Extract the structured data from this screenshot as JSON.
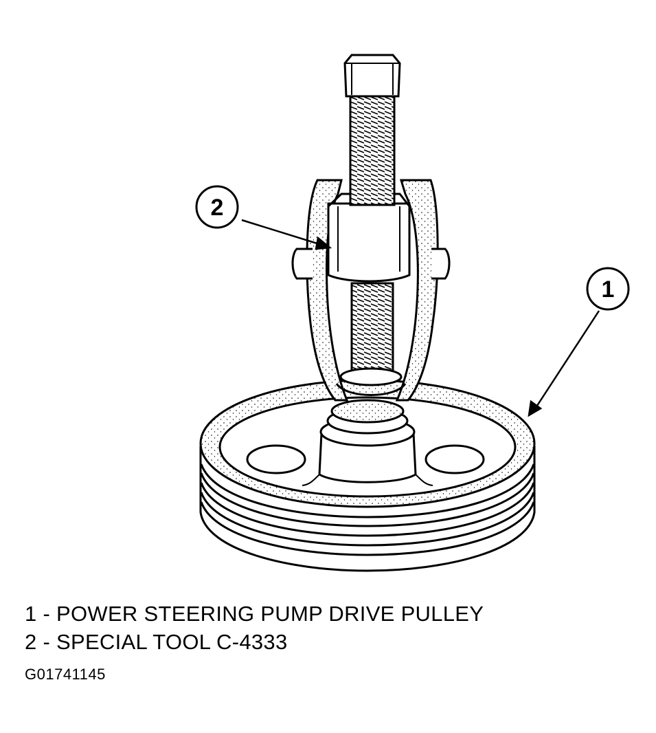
{
  "callouts": {
    "pulley_number": "1",
    "tool_number": "2"
  },
  "legend": [
    {
      "number": "1",
      "separator": "-",
      "label": "POWER STEERING PUMP DRIVE PULLEY",
      "text": "1 - POWER STEERING PUMP DRIVE PULLEY"
    },
    {
      "number": "2",
      "separator": "-",
      "label": "SPECIAL TOOL C-4333",
      "text": "2 - SPECIAL TOOL C-4333"
    }
  ],
  "figure_id": "G01741145",
  "colors": {
    "line": "#000000",
    "background": "#ffffff"
  }
}
